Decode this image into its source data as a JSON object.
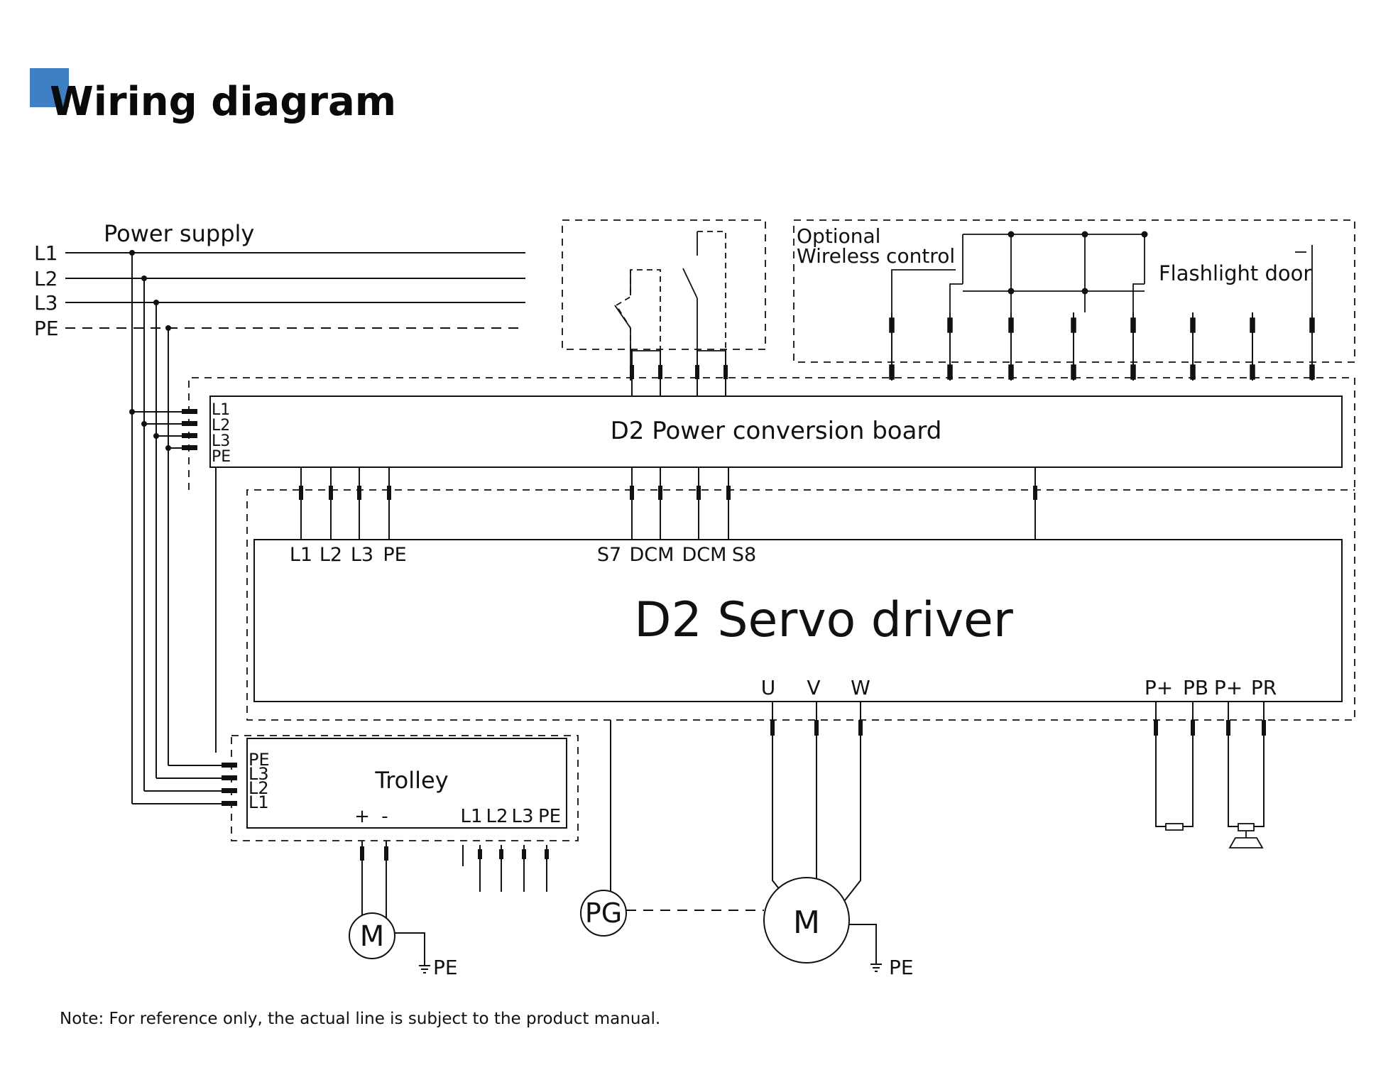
{
  "title": "Wiring diagram",
  "accent_color": "#3f7fc4",
  "power_supply": {
    "label": "Power supply",
    "lines": [
      "L1",
      "L2",
      "L3",
      "PE"
    ]
  },
  "optional_box": {
    "line1": "Optional",
    "line2": "Wireless control",
    "flashlight_door": "Flashlight door"
  },
  "power_board": {
    "label": "D2 Power conversion board",
    "inputs": [
      "L1",
      "L2",
      "L3",
      "PE"
    ]
  },
  "servo_driver": {
    "label": "D2 Servo driver",
    "power_terminals": [
      "L1",
      "L2",
      "L3",
      "PE"
    ],
    "signal_terminals": [
      "S7",
      "DCM",
      "DCM",
      "S8"
    ],
    "motor_terminals": [
      "U",
      "V",
      "W"
    ],
    "brake_terminals": [
      "P+",
      "PB",
      "P+",
      "PR"
    ]
  },
  "trolley": {
    "label": "Trolley",
    "inputs": [
      "PE",
      "L3",
      "L2",
      "L1"
    ],
    "dc_terminals": [
      "+",
      "-"
    ],
    "outputs": [
      "L1",
      "L2",
      "L3",
      "PE"
    ]
  },
  "motors": {
    "small_motor": "M",
    "main_motor": "M",
    "encoder": "PG",
    "ground_label_1": "PE",
    "ground_label_2": "PE"
  },
  "note": "Note: For reference only, the actual line is subject to the product manual."
}
